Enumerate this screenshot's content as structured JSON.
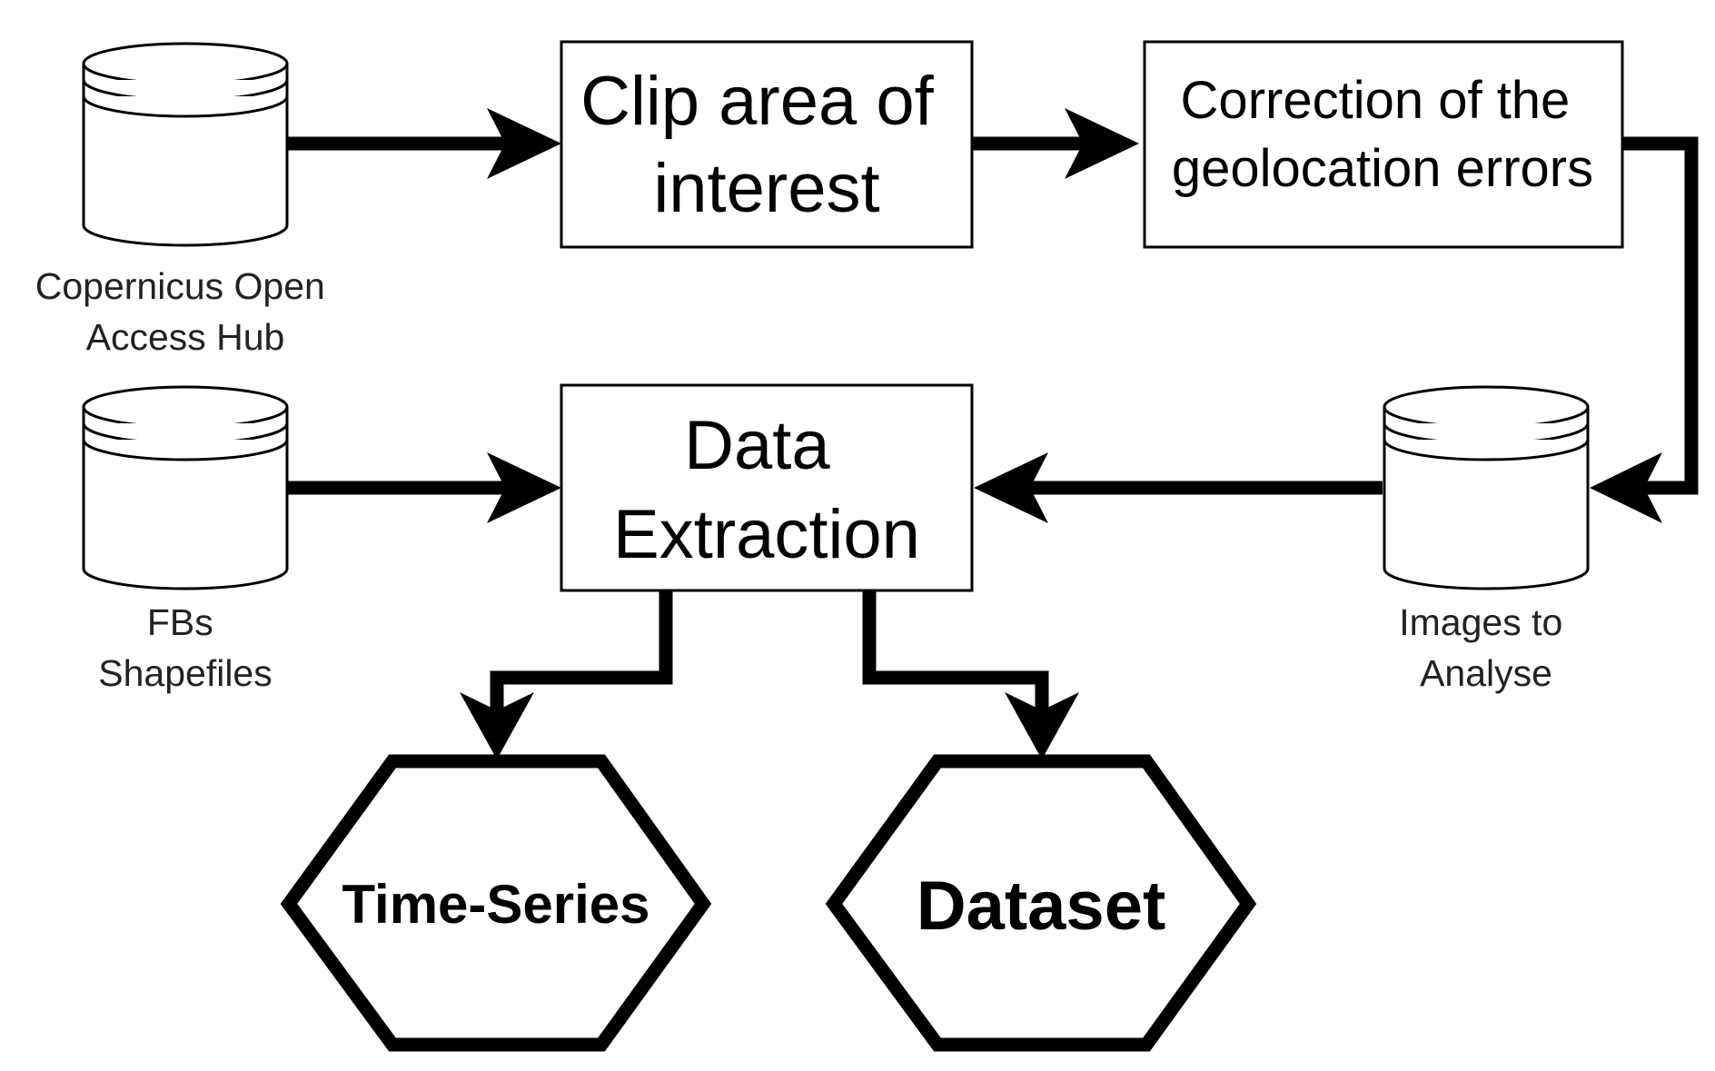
{
  "nodes": {
    "copernicus": {
      "label_lines": [
        "Copernicus Open",
        "Access Hub"
      ],
      "icon": "database-icon"
    },
    "clip": {
      "label_lines": [
        "Clip area of",
        "interest"
      ]
    },
    "correction": {
      "label_lines": [
        "Correction of the",
        "geolocation errors"
      ]
    },
    "fbs": {
      "label_lines": [
        "FBs",
        "Shapefiles"
      ],
      "icon": "database-icon"
    },
    "extraction": {
      "label_lines": [
        "Data",
        "Extraction"
      ]
    },
    "images": {
      "label_lines": [
        "Images to",
        "Analyse"
      ],
      "icon": "database-icon"
    },
    "timeseries": {
      "label": "Time-Series"
    },
    "dataset": {
      "label": "Dataset"
    }
  },
  "edges": [
    {
      "from": "copernicus",
      "to": "clip"
    },
    {
      "from": "clip",
      "to": "correction"
    },
    {
      "from": "correction",
      "to": "images"
    },
    {
      "from": "fbs",
      "to": "extraction"
    },
    {
      "from": "images",
      "to": "extraction"
    },
    {
      "from": "extraction",
      "to": "timeseries"
    },
    {
      "from": "extraction",
      "to": "dataset"
    }
  ]
}
